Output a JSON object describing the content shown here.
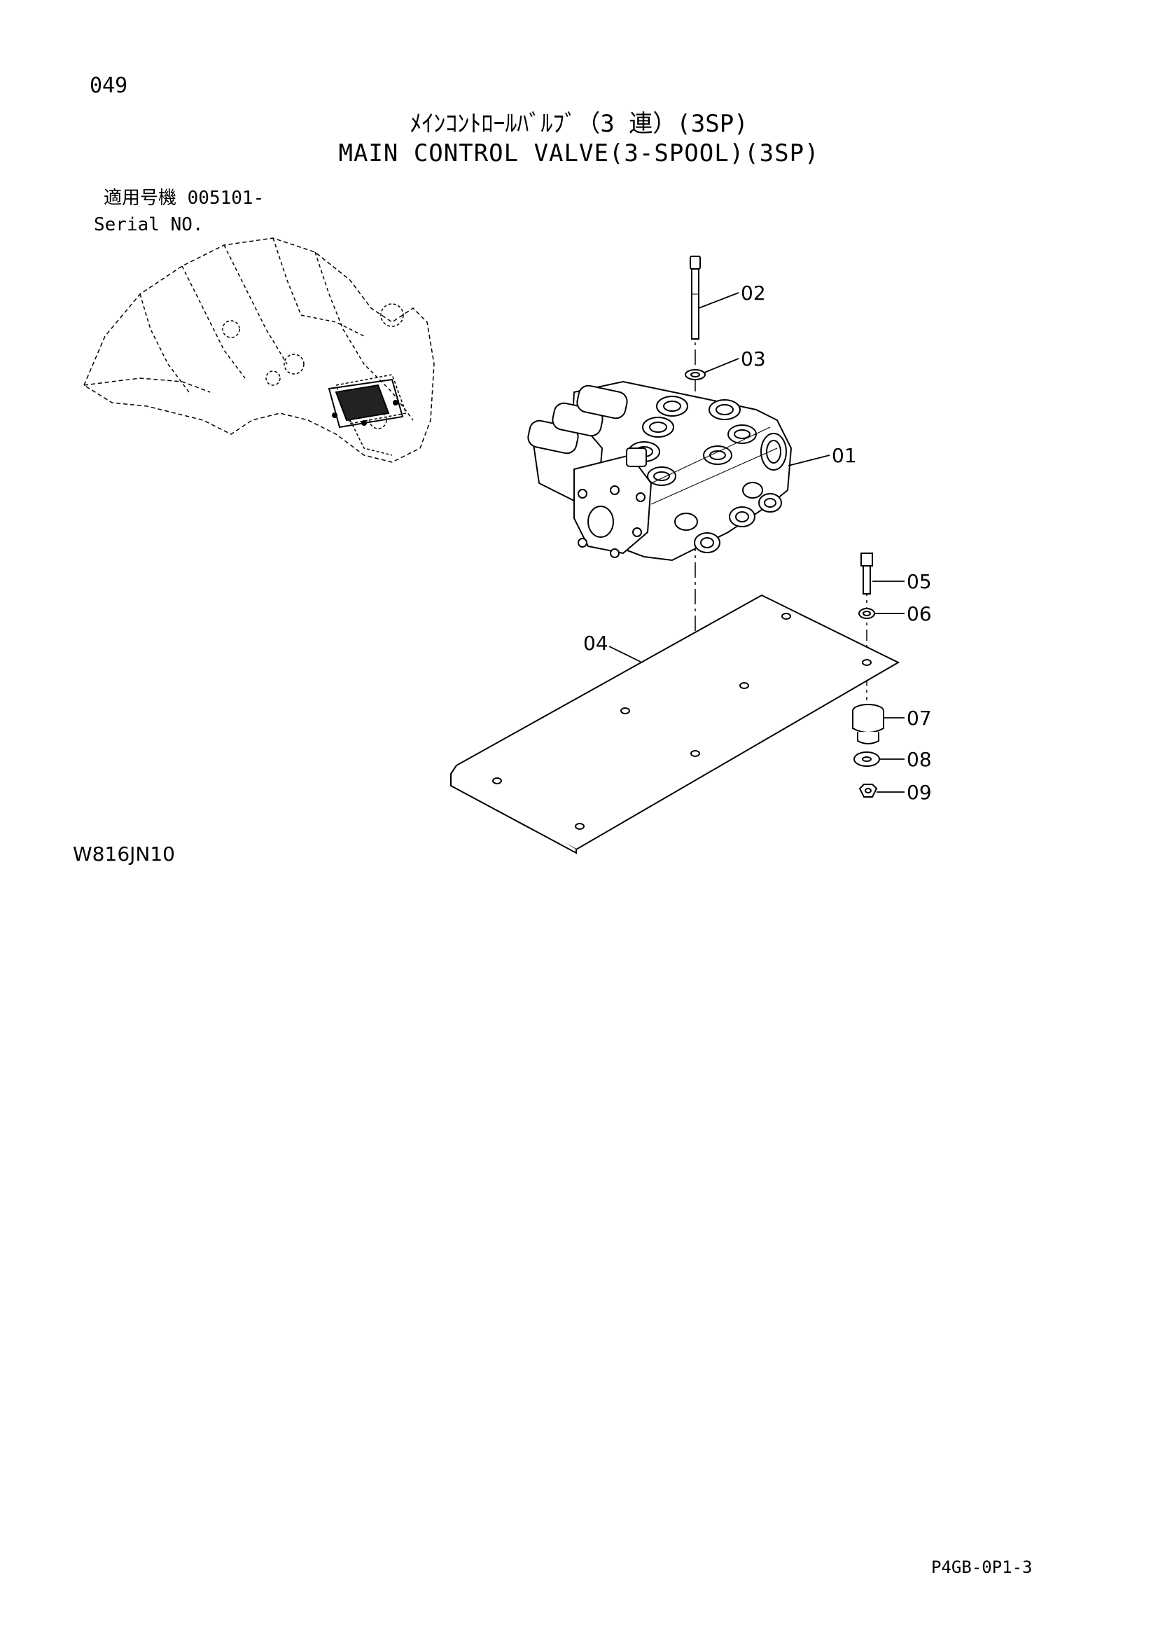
{
  "page_number": "049",
  "title": {
    "japanese": "ﾒｲﾝｺﾝﾄﾛｰﾙﾊﾞﾙﾌﾞ（3 連）(3SP)",
    "english": "MAIN CONTROL VALVE(3-SPOOL)(3SP)"
  },
  "serial": {
    "label_japanese": "適用号機 005101-",
    "label_english": "Serial NO."
  },
  "callouts": [
    "01",
    "02",
    "03",
    "04",
    "05",
    "06",
    "07",
    "08",
    "09"
  ],
  "figure_code": "W816JN10",
  "page_code": "P4GB-0P1-3"
}
